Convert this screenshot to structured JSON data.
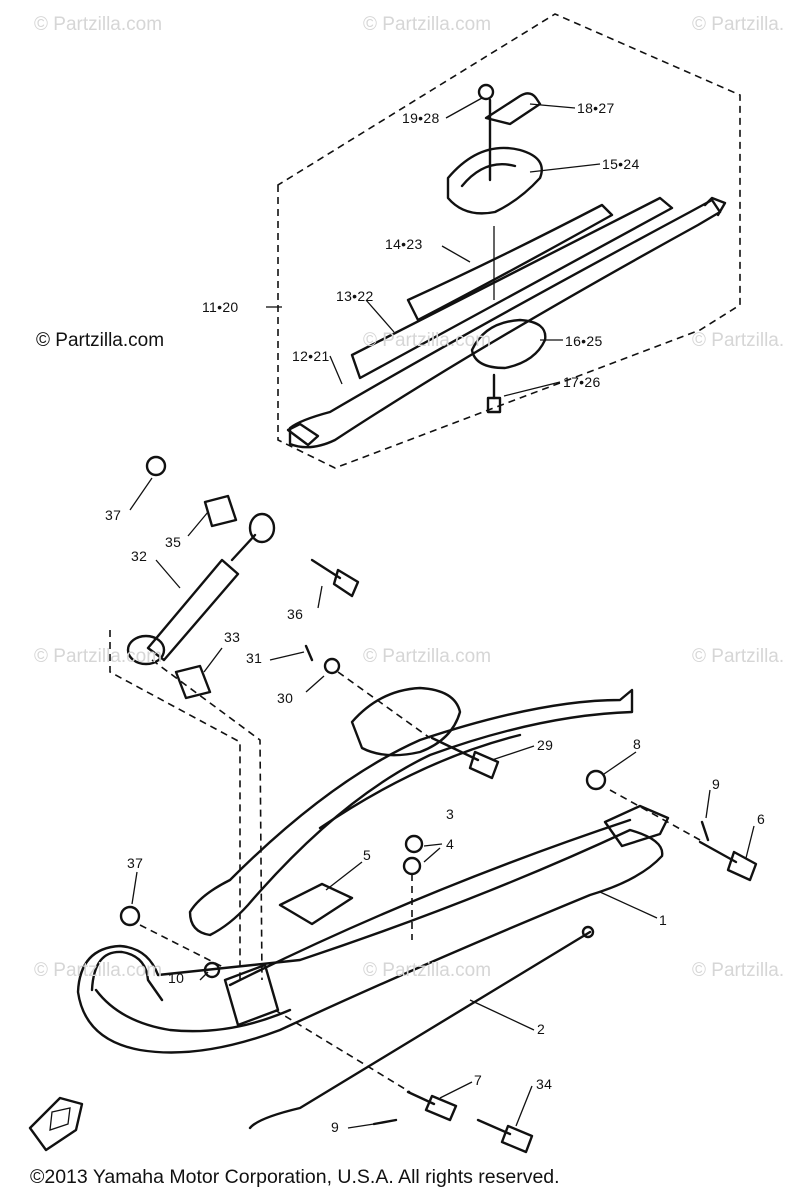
{
  "watermark": "© Partzilla.com",
  "credit": "© Partzilla.com",
  "copyright": "©2013 Yamaha Motor Corporation, U.S.A. All rights reserved.",
  "callouts": {
    "c19_28": "19•28",
    "c18_27": "18•27",
    "c15_24": "15•24",
    "c14_23": "14•23",
    "c13_22": "13•22",
    "c11_20": "11•20",
    "c16_25": "16•25",
    "c12_21": "12•21",
    "c17_26": "17•26",
    "c37a": "37",
    "c35": "35",
    "c32": "32",
    "c36": "36",
    "c33": "33",
    "c31": "31",
    "c30": "30",
    "c29": "29",
    "c8": "8",
    "c9a": "9",
    "c3": "3",
    "c6": "6",
    "c4": "4",
    "c5": "5",
    "c37b": "37",
    "c1": "1",
    "c10": "10",
    "c2": "2",
    "c7": "7",
    "c34": "34",
    "c9b": "9"
  }
}
